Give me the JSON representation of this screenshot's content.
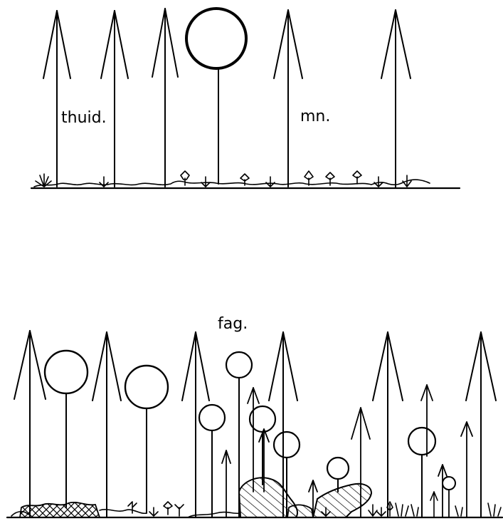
{
  "labels": {
    "top_left": "thuid.",
    "top_right": "mn.",
    "bottom": "fag."
  },
  "colors": {
    "ink": "#000000",
    "paper": "#ffffff"
  }
}
